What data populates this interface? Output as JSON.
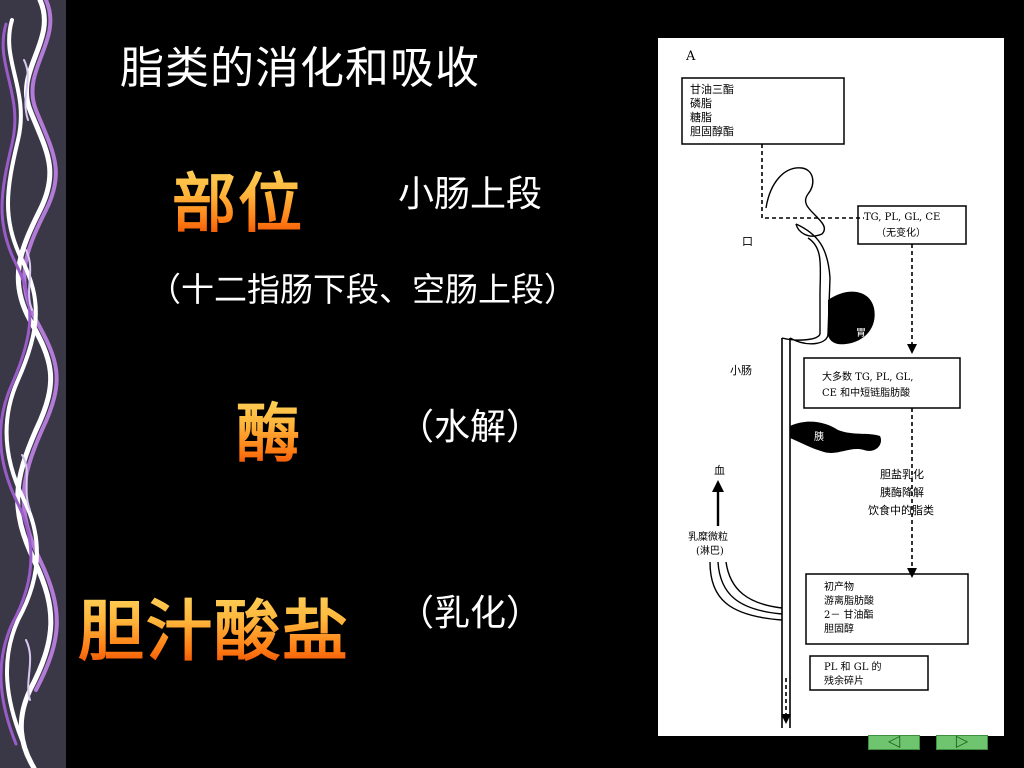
{
  "slide": {
    "title": "脂类的消化和吸收",
    "site_label": "部位",
    "site_value": "小肠上段",
    "site_detail": "（十二指肠下段、空肠上段）",
    "enzyme_label": "酶",
    "enzyme_note": "（水解）",
    "bile_label": "胆汁酸盐",
    "bile_note": "（乳化）"
  },
  "diagram": {
    "panel_letter": "A",
    "diet_box": [
      "甘油三酯",
      "磷脂",
      "糖脂",
      "胆固醇酯"
    ],
    "mouth_box": [
      "TG, PL, GL, CE",
      "（无变化）"
    ],
    "mouth_label": "口",
    "stomach_label": "胃",
    "small_intestine_label": "小肠",
    "intestine_box": [
      "大多数 TG, PL, GL,",
      "CE 和中短链脂肪酸"
    ],
    "pancreas_label": "胰",
    "process_text": [
      "胆盐乳化",
      "胰酶降解",
      "饮食中的脂类"
    ],
    "blood_label": "血",
    "chylomicron_label": [
      "乳糜微粒",
      "(淋巴)"
    ],
    "products_box": [
      "初产物",
      "游离脂肪酸",
      "2－ 甘油酯",
      "胆固醇"
    ],
    "residue_box": [
      "PL 和 GL 的",
      "残余碎片"
    ]
  },
  "nav": {
    "prev_icon": "◁",
    "next_icon": "▷"
  },
  "colors": {
    "background": "#000000",
    "title": "#ffffff",
    "gradient_top": "#ffe16a",
    "gradient_bottom": "#e03a00",
    "decor_band": "#3a3847",
    "nav_green": "#6fc56f"
  }
}
